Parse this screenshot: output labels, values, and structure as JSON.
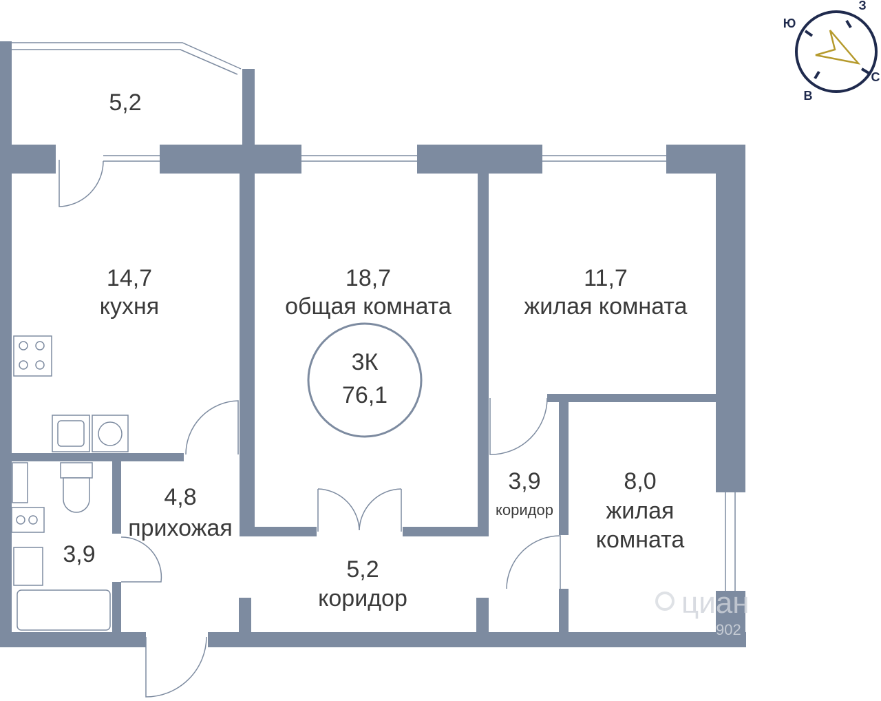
{
  "plan": {
    "badge": {
      "type": "3К",
      "area": "76,1"
    },
    "rooms": {
      "balcony": {
        "area": "5,2"
      },
      "kitchen": {
        "area": "14,7",
        "name": "кухня"
      },
      "common": {
        "area": "18,7",
        "name": "общая комната"
      },
      "living1": {
        "area": "11,7",
        "name": "жилая комната"
      },
      "hall": {
        "area": "4,8",
        "name": "прихожая"
      },
      "bathroom": {
        "area": "3,9"
      },
      "corridor_s": {
        "area": "3,9",
        "name": "коридор"
      },
      "living2": {
        "area": "8,0",
        "name_1": "жилая",
        "name_2": "комната"
      },
      "corridor": {
        "area": "5,2",
        "name": "коридор"
      }
    },
    "colors": {
      "wall": "#7d8ba0",
      "text": "#3a3a3a",
      "compass_ring": "#1f2a4d",
      "compass_arrow": "#b59a2c"
    }
  },
  "compass": {
    "north_label": "З",
    "east_label": "С",
    "south_label": "В",
    "west_label": "Ю"
  },
  "watermark": {
    "brand": "циан",
    "code": "902"
  }
}
